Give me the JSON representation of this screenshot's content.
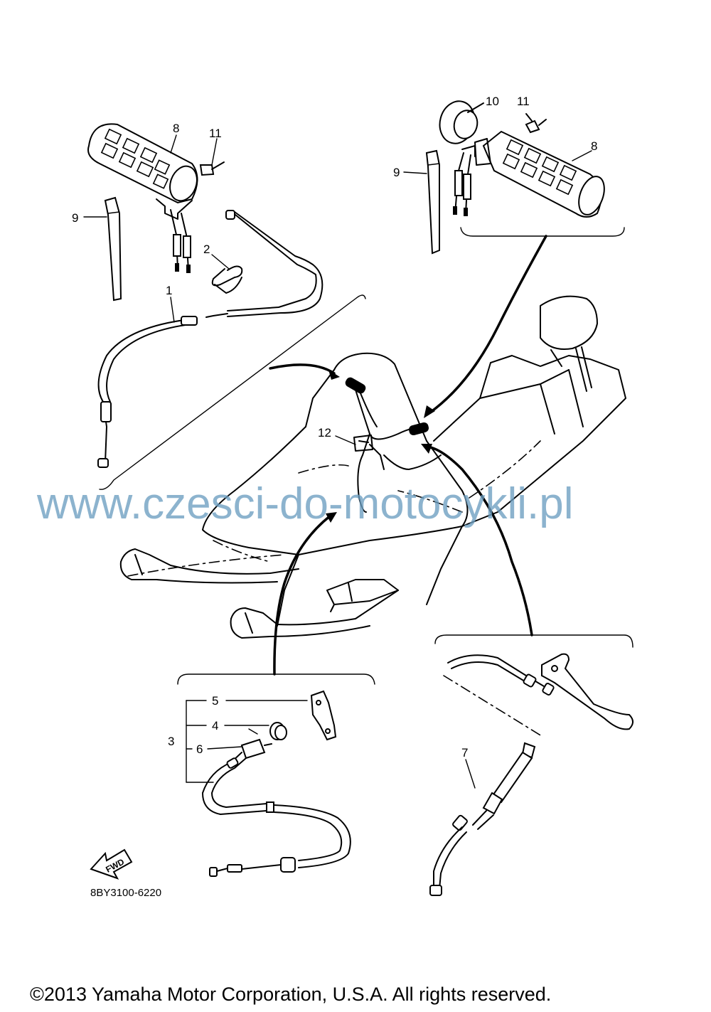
{
  "callouts": {
    "c1": "1",
    "c2": "2",
    "c3": "3",
    "c4": "4",
    "c5": "5",
    "c6": "6",
    "c7": "7",
    "c8_left": "8",
    "c8_right": "8",
    "c9_left": "9",
    "c9_right": "9",
    "c10": "10",
    "c11_left": "11",
    "c11_right": "11",
    "c12": "12"
  },
  "fwd_label": "FWD",
  "diagram_code": "8BY3100-6220",
  "watermark": "www.czesci-do-motocykli.pl",
  "copyright": "©2013 Yamaha Motor Corporation, U.S.A. All rights reserved."
}
